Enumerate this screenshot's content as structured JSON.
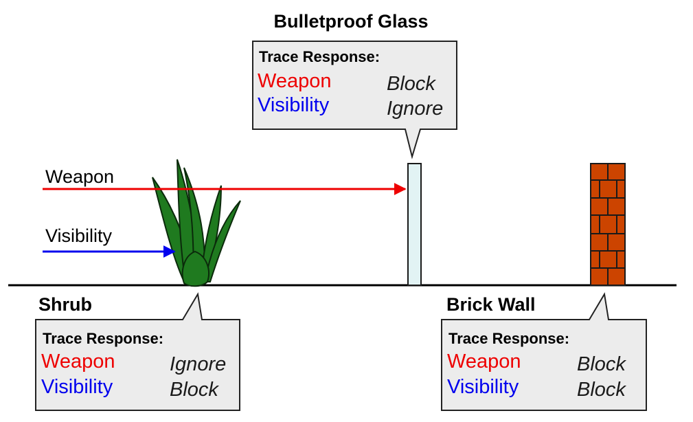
{
  "colors": {
    "weapon": "#ee0000",
    "visibility": "#0000ee",
    "ground": "#000000",
    "callout_fill": "#ececec",
    "shrub": "#1f7a1f",
    "glass": "#e2f3f4",
    "brick": "#cc4400"
  },
  "rays": {
    "weapon": {
      "label": "Weapon"
    },
    "visibility": {
      "label": "Visibility"
    }
  },
  "objects": {
    "glass": {
      "title": "Bulletproof Glass",
      "trace_title": "Trace Response:",
      "weapon_label": "Weapon",
      "weapon_response": "Block",
      "visibility_label": "Visibility",
      "visibility_response": "Ignore"
    },
    "shrub": {
      "title": "Shrub",
      "trace_title": "Trace Response:",
      "weapon_label": "Weapon",
      "weapon_response": "Ignore",
      "visibility_label": "Visibility",
      "visibility_response": "Block"
    },
    "wall": {
      "title": "Brick Wall",
      "trace_title": "Trace Response:",
      "weapon_label": "Weapon",
      "weapon_response": "Block",
      "visibility_label": "Visibility",
      "visibility_response": "Block"
    }
  }
}
